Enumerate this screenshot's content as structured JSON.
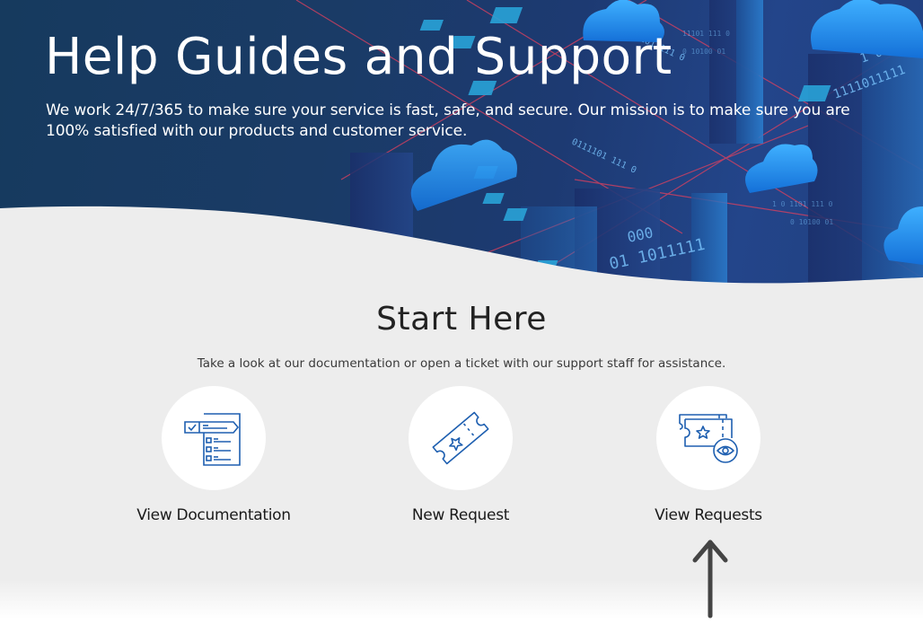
{
  "hero": {
    "title": "Help Guides and Support",
    "subtitle": "We work 24/7/365 to make sure your service is fast, safe, and secure. Our mission is to make sure you are 100% satisfied with our products and customer service.",
    "background_image": "isometric-cloud-datacenter-illustration"
  },
  "start": {
    "title": "Start Here",
    "subtitle": "Take a look at our documentation or open a ticket with our support staff for assistance."
  },
  "options": [
    {
      "label": "View Documentation",
      "icon": "checklist-document-icon"
    },
    {
      "label": "New Request",
      "icon": "ticket-star-icon"
    },
    {
      "label": "View Requests",
      "icon": "tickets-eye-icon"
    }
  ],
  "annotation": {
    "type": "arrow-up",
    "points_to": "View Requests",
    "color": "#444444"
  },
  "colors": {
    "hero_bg": "#1a3b66",
    "page_bg": "#ededed",
    "icon_blue": "#1e5fb0",
    "circle_bg": "#ffffff",
    "text_dark": "#1a1a1a"
  }
}
